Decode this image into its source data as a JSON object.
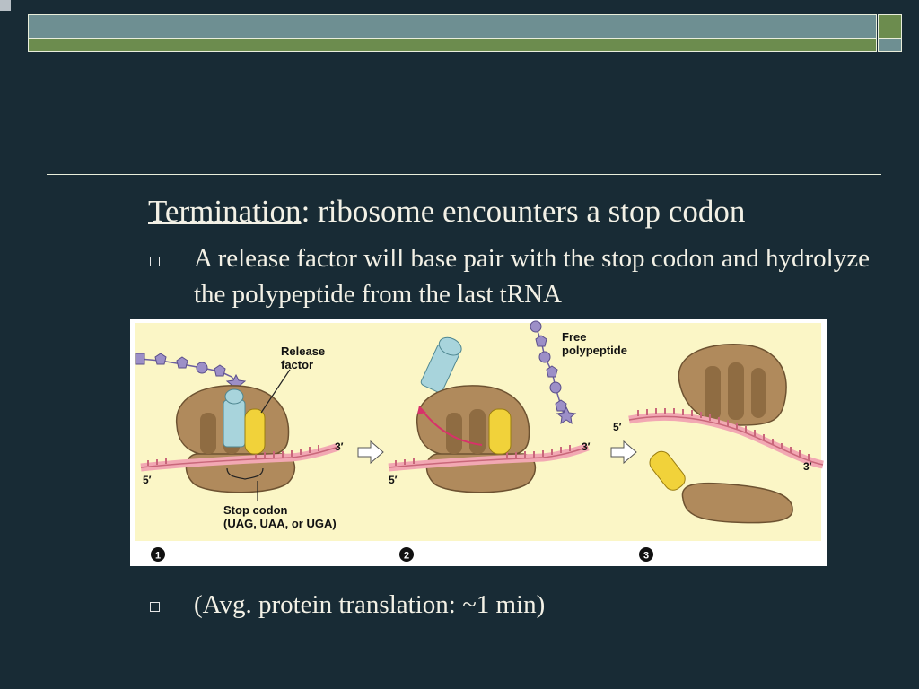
{
  "slide": {
    "bullet1": {
      "term": "Termination",
      "rest": ": ribosome encounters a stop codon"
    },
    "bullet2": "A release factor will base pair with the stop codon and hydrolyze the polypeptide from the last tRNA",
    "bullet3": "(Avg. protein translation: ~1 min)"
  },
  "figure": {
    "labels": {
      "release_factor_1": "Release",
      "release_factor_2": "factor",
      "free_polypeptide_1": "Free",
      "free_polypeptide_2": "polypeptide",
      "stop_codon_1": "Stop codon",
      "stop_codon_2": "(UAG, UAA, or UGA)",
      "five_prime": "5′",
      "three_prime": "3′"
    },
    "steps": [
      "1",
      "2",
      "3"
    ],
    "colors": {
      "panel": "#fbf6c6",
      "ribosome": "#b08a5c",
      "mrna": "#f2a8b3",
      "release_factor": "#f1d23a",
      "trna": "#a8d4dc",
      "polypeptide": "#9c8fc7"
    }
  }
}
